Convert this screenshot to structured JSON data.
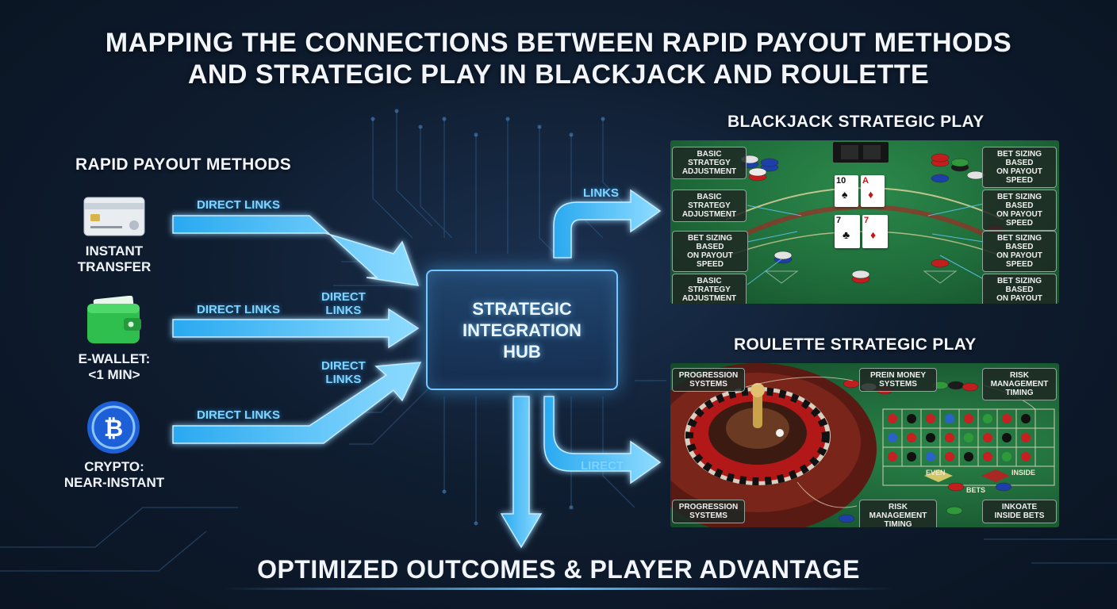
{
  "title": {
    "line1": "MAPPING THE CONNECTIONS BETWEEN RAPID PAYOUT METHODS",
    "line2": "AND STRATEGIC PLAY IN BLACKJACK AND ROULETTE"
  },
  "left": {
    "heading": "RAPID PAYOUT METHODS",
    "methods": [
      {
        "label": "INSTANT\nTRANSFER",
        "icon": "credit-card-icon"
      },
      {
        "label": "E-WALLET:\n<1 MIN>",
        "icon": "wallet-icon"
      },
      {
        "label": "CRYPTO:\nNEAR-INSTANT",
        "icon": "bitcoin-icon"
      }
    ]
  },
  "links": {
    "direct_1": "DIRECT LINKS",
    "direct_2": "DIRECT LINKS",
    "direct_3": "DIRECT LINKS",
    "direct_mid_1": "DIRECT\nLINKS",
    "direct_mid_2": "DIRECT\nLINKS",
    "links_top": "LINKS",
    "lirect": "LIRECT"
  },
  "hub": {
    "label": "STRATEGIC\nINTEGRATION\nHUB"
  },
  "blackjack": {
    "heading": "BLACKJACK STRATEGIC PLAY",
    "pills": [
      "BASIC STRATEGY\nADJUSTMENT",
      "BASIC STRATEGY\nADJUSTMENT",
      "BET SIZING BASED\nON PAYOUT SPEED",
      "BASIC STRATEGY\nADJUSTMENT",
      "BET SIZING BASED\nON PAYOUT SPEED",
      "BET SIZING BASED\nON PAYOUT SPEED",
      "BET SIZING BASED\nON PAYOUT SPEED",
      "BET SIZING BASED\nON PAYOUT SPEED"
    ],
    "cards": [
      "10",
      "A",
      "7",
      "7"
    ]
  },
  "roulette": {
    "heading": "ROULETTE STRATEGIC PLAY",
    "pills": [
      "PROGRESSION\nSYSTEMS",
      "PREIN MONEY\nSYSTEMS",
      "RISK MANAGEMENT\nTIMING",
      "PROGRESSION\nSYSTEMS",
      "RISK MANAGEMENT\nTIMING",
      "INKOATE\nINSIDE BETS"
    ],
    "table_labels": [
      "EVEN",
      "BETS",
      "INSIDE"
    ]
  },
  "bottom": {
    "label": "OPTIMIZED OUTCOMES & PLAYER ADVANTAGE"
  },
  "colors": {
    "accent": "#3fb8ff",
    "felt": "#1f6a3b",
    "background": "#0f1d30"
  }
}
